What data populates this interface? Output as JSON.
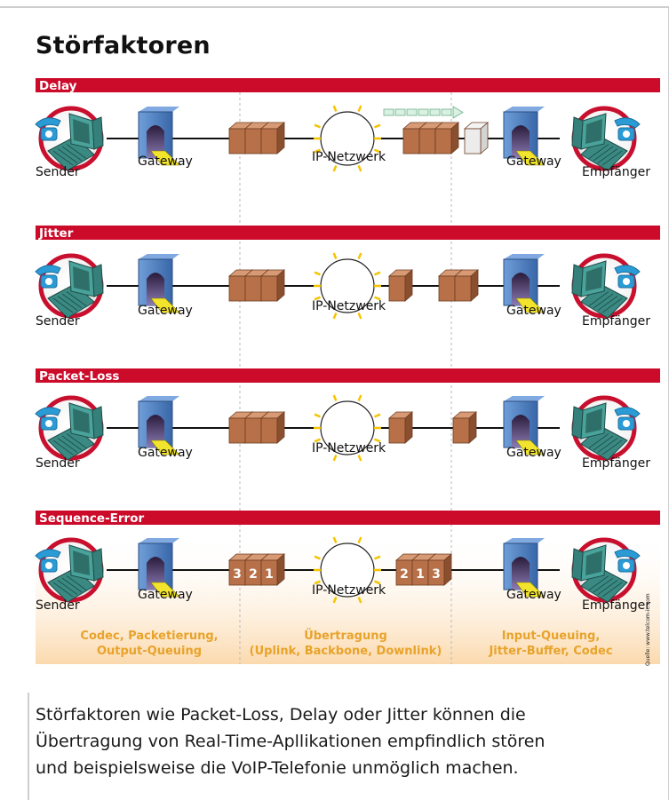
{
  "title": "Störfaktoren",
  "sections": [
    {
      "label": "Delay",
      "left_node": "Sender",
      "left_gateway": "Gateway",
      "network": "IP-Netzwerk",
      "right_gateway": "Gateway",
      "right_node": "Empfänger"
    },
    {
      "label": "Jitter",
      "left_node": "Sender",
      "left_gateway": "Gateway",
      "network": "IP-Netzwerk",
      "right_gateway": "Gateway",
      "right_node": "Empfänger"
    },
    {
      "label": "Packet-Loss",
      "left_node": "Sender",
      "left_gateway": "Gateway",
      "network": "IP-Netzwerk",
      "right_gateway": "Gateway",
      "right_node": "Empfänger"
    },
    {
      "label": "Sequence-Error",
      "left_node": "Sender",
      "left_gateway": "Gateway",
      "network": "IP-Netzwerk",
      "right_gateway": "Gateway",
      "right_node": "Empfänger"
    }
  ],
  "sequence_left": [
    "3",
    "2",
    "1"
  ],
  "sequence_right": [
    "2",
    "1",
    "3"
  ],
  "footer": {
    "left": [
      "Codec, Packetierung,",
      "Output-Queuing"
    ],
    "middle": [
      "Übertragung",
      "(Uplink, Backbone, Downlink)"
    ],
    "right": [
      "Input-Queuing,",
      "Jitter-Buffer, Codec"
    ]
  },
  "credit": "Quelle: www.telcom-ic.com",
  "caption": [
    "Störfaktoren wie Packet-Loss, Delay oder Jitter können die",
    "Übertragung von Real-Time-Apllikationen empfindlich stören",
    "und beispielsweise die VoIP-Telefonie unmöglich machen."
  ],
  "colors": {
    "band": "#cc0a2a",
    "packet": "#b87048",
    "gateway": "#4c7fc0",
    "computer": "#3f9089",
    "phone": "#2b9bd6",
    "footer_text": "#e8a32a",
    "footer_bg": "#fde3bf"
  }
}
